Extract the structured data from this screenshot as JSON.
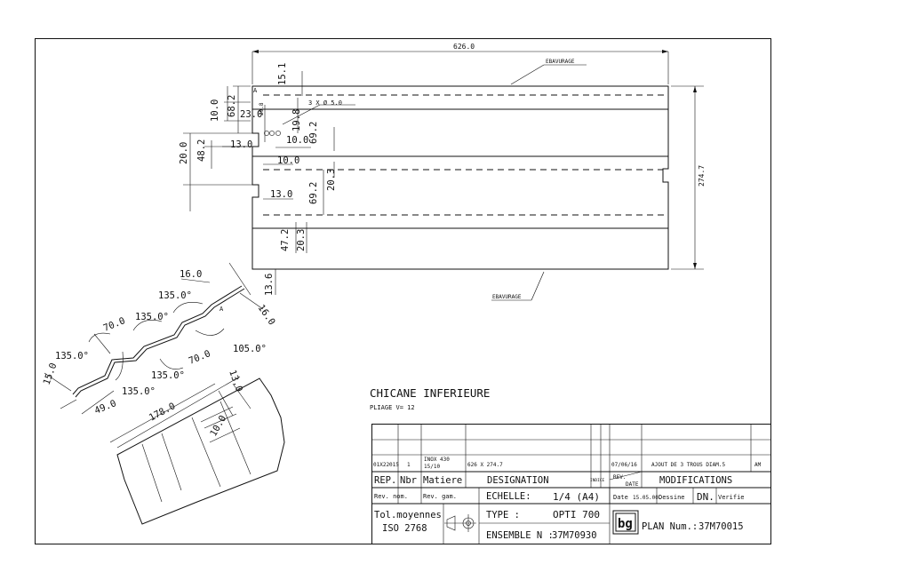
{
  "drawing": {
    "title": "CHICANE INFERIEURE",
    "subtitle": "PLIAGE V= 12",
    "ebavurage_top": "EBAVURAGE",
    "ebavurage_bottom": "EBAVURAGE"
  },
  "dims_main": {
    "overall_width": "626.0",
    "overall_height": "274.7",
    "d15_1": "15.1",
    "d10_0a": "10.0",
    "d68_2": "68.2",
    "d23_0": "23.0",
    "d29_8": "29.8",
    "d19_8": "19.8",
    "holes": "3 X Ø 5.0",
    "d10_0b": "10.0",
    "d69_2a": "69.2",
    "d13_0a": "13.0",
    "d20_0": "20.0",
    "d48_2": "48.2",
    "d10_0c": "10.0",
    "d20_3a": "20.3",
    "d13_0b": "13.0",
    "d69_2b": "69.2",
    "d47_2": "47.2",
    "d20_3b": "20.3",
    "d13_6": "13.6",
    "label_a": "A"
  },
  "dims_section": {
    "d16_0a": "16.0",
    "d135a": "135.0°",
    "d16_0b": "16.0",
    "d70_0a": "70.0",
    "d135b": "135.0°",
    "d135c": "135.0°",
    "d105": "105.0°",
    "d70_0b": "70.0",
    "d135d": "135.0°",
    "d135e": "135.0°",
    "d15_0": "15.0",
    "d49_0": "49.0",
    "d178_0": "178.0",
    "d13_0": "13.0",
    "d10_0": "10.0",
    "label_a": "A"
  },
  "title_block": {
    "rev_row": {
      "ref": "01X22015",
      "nbr": "1",
      "mat_1": "INOX 430",
      "mat_2": "15/10",
      "designation": "626 X 274.7",
      "mod_date": "07/06/16",
      "modification": "AJOUT DE 3 TROUS DIAM.5",
      "mod_by": "AM"
    },
    "headers": {
      "rep": "REP.",
      "nbr": "Nbr",
      "matiere": "Matiere",
      "designation": "DESIGNATION",
      "indice": "INDICE",
      "rev": "REV.",
      "date": "DATE",
      "modifications": "MODIFICATIONS"
    },
    "rev_nom": "Rev. nom.",
    "rev_gam": "Rev. gam.",
    "echelle_label": "ECHELLE:",
    "echelle_value": "1/4 (A4)",
    "date_label": "Date",
    "date_value": "15.05.00.",
    "dessine_label": "Dessine",
    "dessine_value": "DN.",
    "verifie_label": "Verifie",
    "tol_line1": "Tol.moyennes",
    "tol_line2": "ISO 2768",
    "type_label": "TYPE :",
    "type_value": "OPTI 700",
    "ensemble_label": "ENSEMBLE N :",
    "ensemble_value": "37M70930",
    "logo": "bg",
    "plan_label": "PLAN Num.:",
    "plan_value": "37M70015"
  }
}
